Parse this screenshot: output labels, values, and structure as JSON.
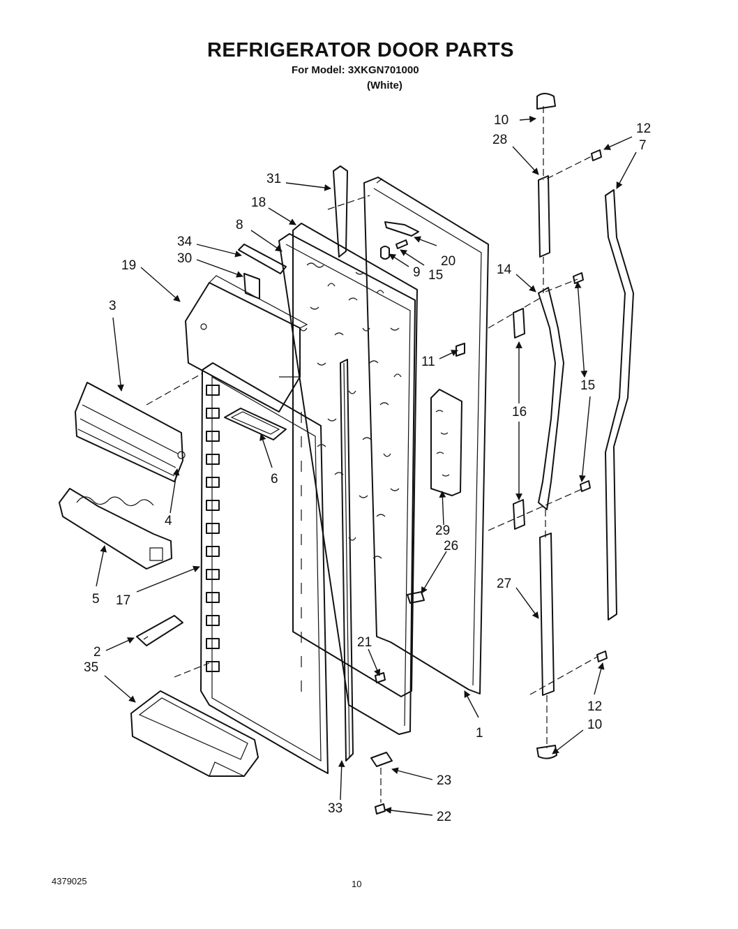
{
  "header": {
    "title": "REFRIGERATOR DOOR PARTS",
    "model": "For Model: 3XKGN701000",
    "color": "(White)"
  },
  "footer": {
    "doc_number": "4379025",
    "page_number": "10"
  },
  "callouts": {
    "c1": "1",
    "c2": "2",
    "c3": "3",
    "c4": "4",
    "c5": "5",
    "c6": "6",
    "c7": "7",
    "c8": "8",
    "c9": "9",
    "c10a": "10",
    "c10b": "10",
    "c11": "11",
    "c12a": "12",
    "c12b": "12",
    "c14": "14",
    "c15a": "15",
    "c15b": "15",
    "c16": "16",
    "c17": "17",
    "c18": "18",
    "c19": "19",
    "c20": "20",
    "c21": "21",
    "c22": "22",
    "c23": "23",
    "c26": "26",
    "c27": "27",
    "c28": "28",
    "c29": "29",
    "c30": "30",
    "c31": "31",
    "c33": "33",
    "c34": "34",
    "c35": "35"
  }
}
